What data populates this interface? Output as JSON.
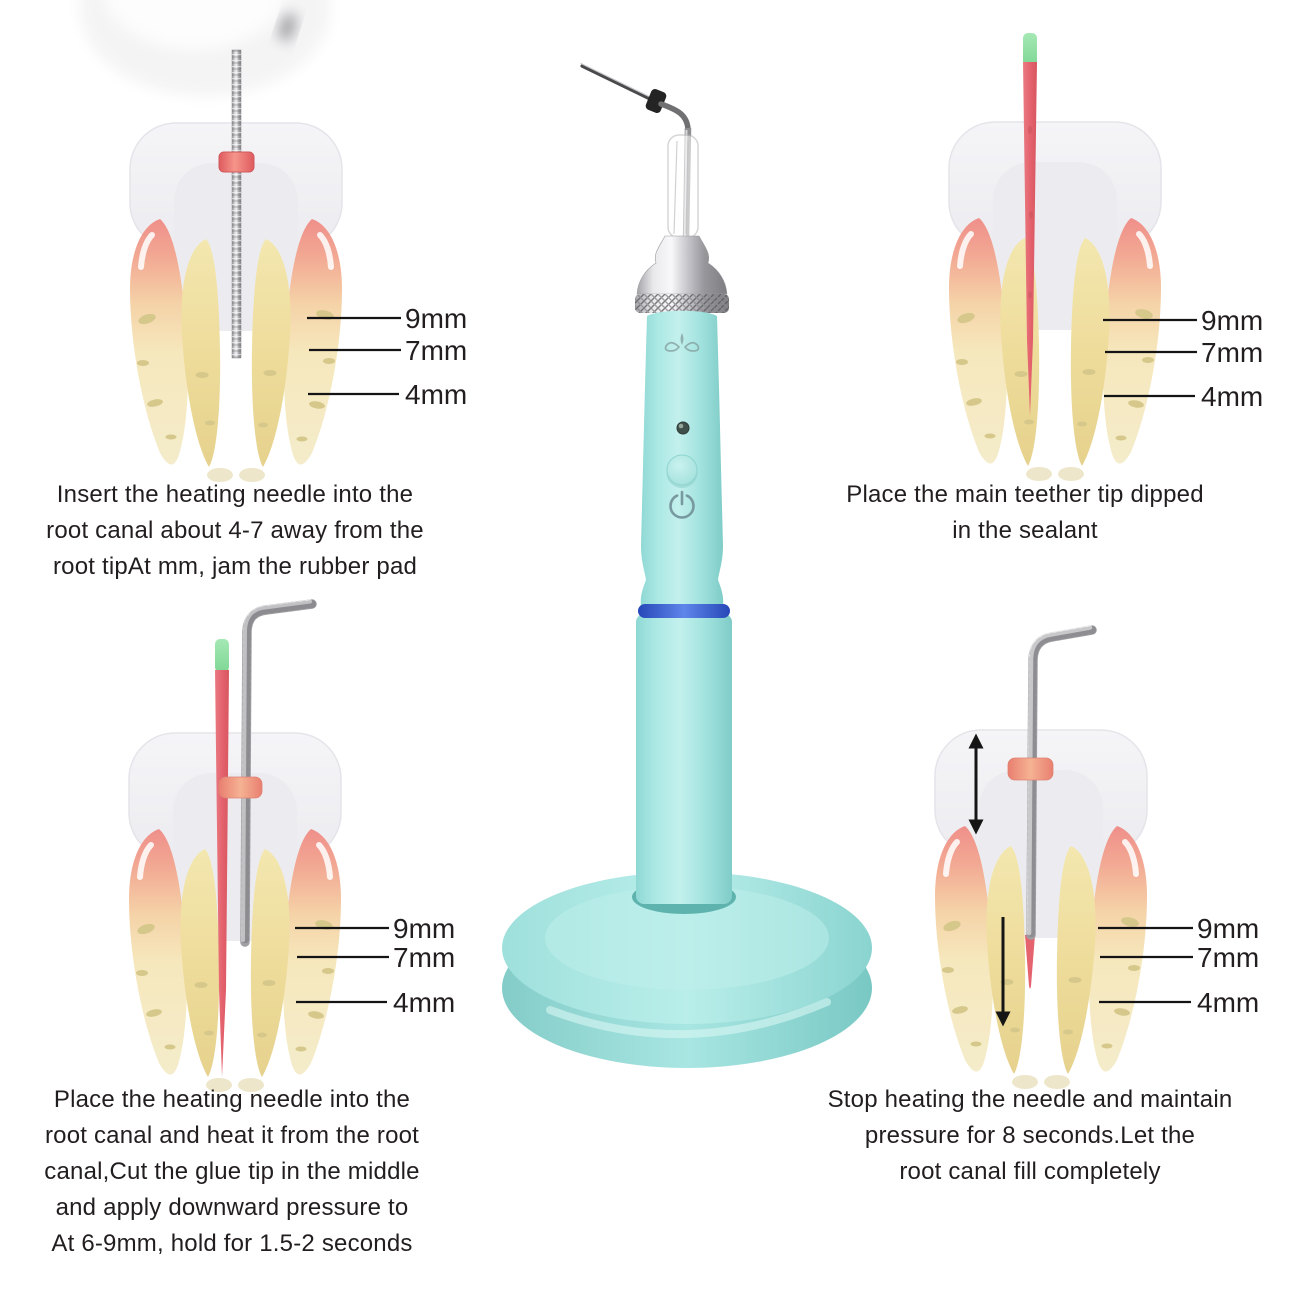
{
  "figure": {
    "kind": "dental obturation pen usage diagram",
    "panels": 4
  },
  "root_canal_depth_labels": [
    "9mm",
    "7mm",
    "4mm"
  ],
  "steps": [
    {
      "position": "top-left",
      "text": "Insert the heating needle into the\nroot canal about 4-7 away from the\nroot tipAt mm, jam the rubber pad"
    },
    {
      "position": "top-right",
      "text": "Place the main teether tip dipped\nin the sealant"
    },
    {
      "position": "bottom-left",
      "text": "Place the heating needle into the\nroot canal and heat it from the root\ncanal,Cut the glue tip in the middle\nand apply downward pressure to\nAt 6-9mm, hold for 1.5-2 seconds"
    },
    {
      "position": "bottom-right",
      "text": "Stop heating the needle and maintain\npressure for 8 seconds.Let the\nroot canal fill completely"
    }
  ],
  "icons": {
    "power": "power-icon",
    "led": "led-indicator",
    "logo": "brand-logo-icon",
    "vertical_motion": "up-down-arrow-icon",
    "downward_pressure": "down-arrow-icon"
  },
  "colors": {
    "pen_body": "#9fe2de",
    "pen_ring_blue": "#2f55c8",
    "base_teal": "#9fe2de",
    "metal_silver": "#c9c9cd",
    "tooth_crown": "#f2f2f5",
    "tooth_root_yellow": "#eedc9b",
    "gum_pink": "#ef8f8a",
    "gutta_point_red": "#e4636e",
    "gutta_tip_green": "#8fdfa4",
    "rubber_stop_pink": "#f0907e",
    "text": "#221e1f",
    "background": "#ffffff"
  }
}
